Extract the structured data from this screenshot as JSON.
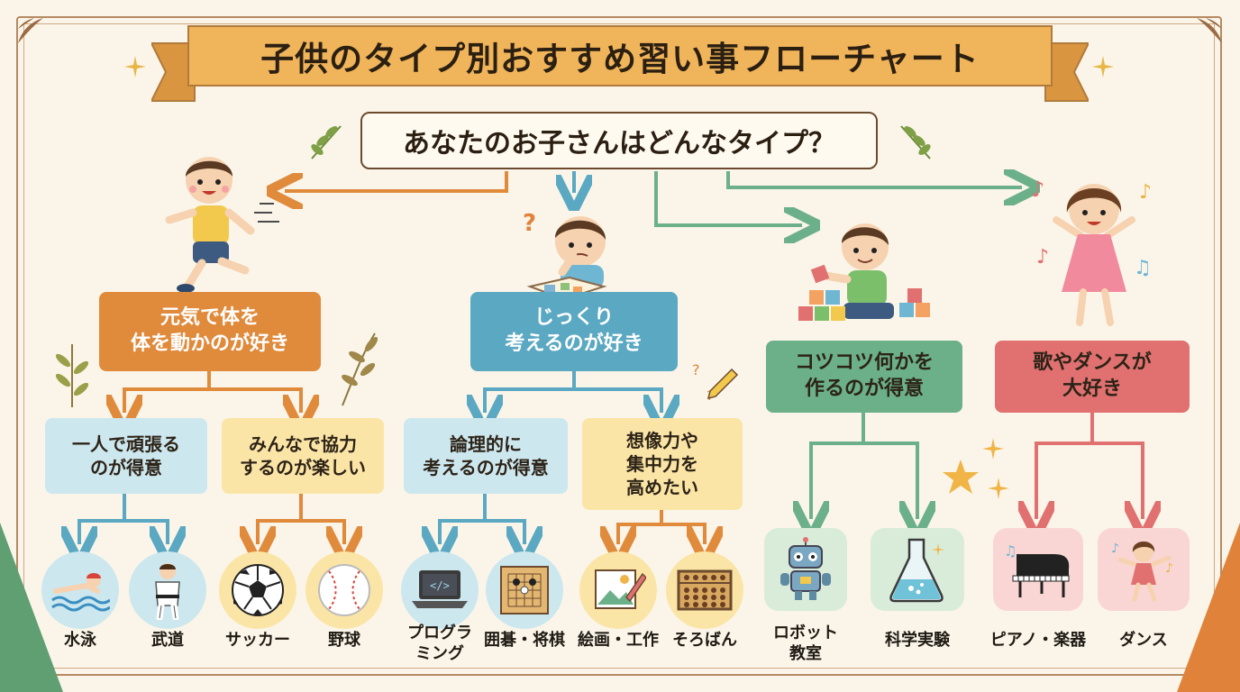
{
  "title": "子供のタイプ別おすすめ習い事フローチャート",
  "question": "あなたのお子さんはどんなタイプ？",
  "colors": {
    "background": "#fbf5e9",
    "ribbon": "#f0b45a",
    "orange": "#e08a3c",
    "blue": "#5aa8c2",
    "green": "#6bb089",
    "pink": "#e07170",
    "light_blue": "#cde7ef",
    "light_yellow": "#fbe5a6",
    "light_green": "#d9ecd9",
    "light_pink": "#f9d6d4"
  },
  "categories": [
    {
      "label": "元気で体を\n体を動かのが好き",
      "color": "#e08a3c",
      "icon": "running-boy-icon",
      "subtypes": [
        {
          "label": "一人で頑張る\nのが得意",
          "activities": [
            {
              "label": "水泳",
              "icon": "swimmer-icon"
            },
            {
              "label": "武道",
              "icon": "martial-arts-icon"
            }
          ]
        },
        {
          "label": "みんなで協力\nするのが楽しい",
          "activities": [
            {
              "label": "サッカー",
              "icon": "soccer-ball-icon"
            },
            {
              "label": "野球",
              "icon": "baseball-icon"
            }
          ]
        }
      ]
    },
    {
      "label": "じっくり\n考えるのが好き",
      "color": "#5aa8c2",
      "icon": "thinking-boy-icon",
      "subtypes": [
        {
          "label": "論理的に\n考えるのが得意",
          "activities": [
            {
              "label": "プログラ\nミング",
              "icon": "laptop-code-icon"
            },
            {
              "label": "囲碁・将棋",
              "icon": "go-board-icon"
            }
          ]
        },
        {
          "label": "想像力や\n集中力を\n高めたい",
          "activities": [
            {
              "label": "絵画・工作",
              "icon": "painting-icon"
            },
            {
              "label": "そろばん",
              "icon": "abacus-icon"
            }
          ]
        }
      ]
    },
    {
      "label": "コツコツ何かを\n作るのが得意",
      "color": "#6bb089",
      "icon": "building-blocks-boy-icon",
      "activities": [
        {
          "label": "ロボット\n教室",
          "icon": "robot-icon"
        },
        {
          "label": "科学実験",
          "icon": "flask-icon"
        }
      ]
    },
    {
      "label": "歌やダンスが\n大好き",
      "color": "#e07170",
      "icon": "dancing-girl-icon",
      "activities": [
        {
          "label": "ピアノ・楽器",
          "icon": "piano-icon"
        },
        {
          "label": "ダンス",
          "icon": "dancer-icon"
        }
      ]
    }
  ]
}
